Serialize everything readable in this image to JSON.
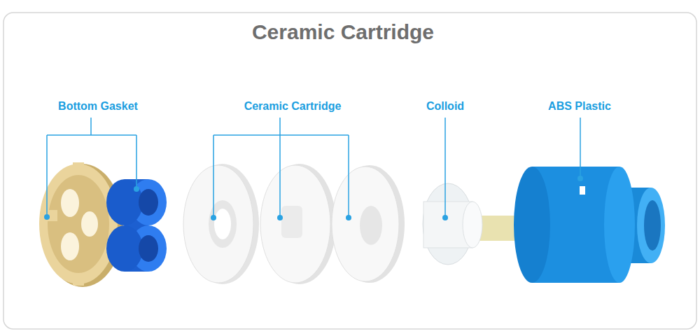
{
  "diagram": {
    "title": "Ceramic Cartridge",
    "labels": [
      "Bottom Gasket",
      "Ceramic Cartridge",
      "Colloid",
      "ABS Plastic"
    ]
  }
}
